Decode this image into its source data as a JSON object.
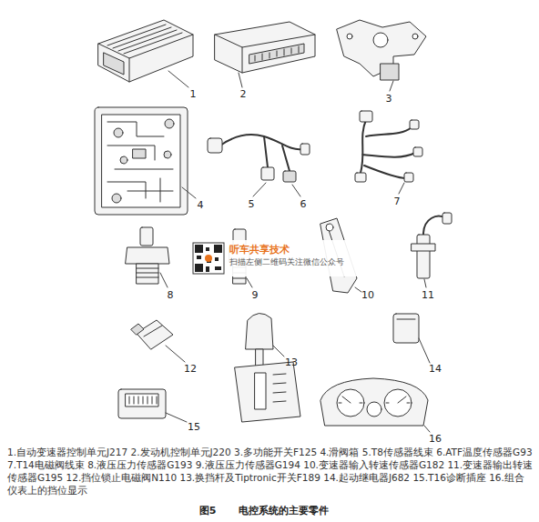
{
  "diagram": {
    "title": "电控系统的主要零件",
    "caption": "1.自动变速器控制单元J217 2.发动机控制单元J220 3.多功能开关F125 4.滑阀箱 5.T8传感器线束 6.ATF温度传感器G93 7.T14电磁阀线束 8.液压压力传感器G193 9.液压压力传感器G194 10.变速器输入转速传感器G182 11.变速器输出转速传感器G195 12.挡位锁止电磁阀N110 13.换挡杆及Tiptronic开关F189 14.起动继电器J682 15.T16诊断插座 16.组合仪表上的挡位显示",
    "nodes": [
      {
        "text": [
          "听车共享技术",
          "扫描左侧二维码关注微信公众号"
        ]
      }
    ],
    "labels": [
      "1",
      "2",
      "3",
      "4",
      "5",
      "6",
      "7",
      "8",
      "9",
      "10",
      "11",
      "12",
      "13",
      "14",
      "15",
      "16",
      "图5"
    ]
  }
}
